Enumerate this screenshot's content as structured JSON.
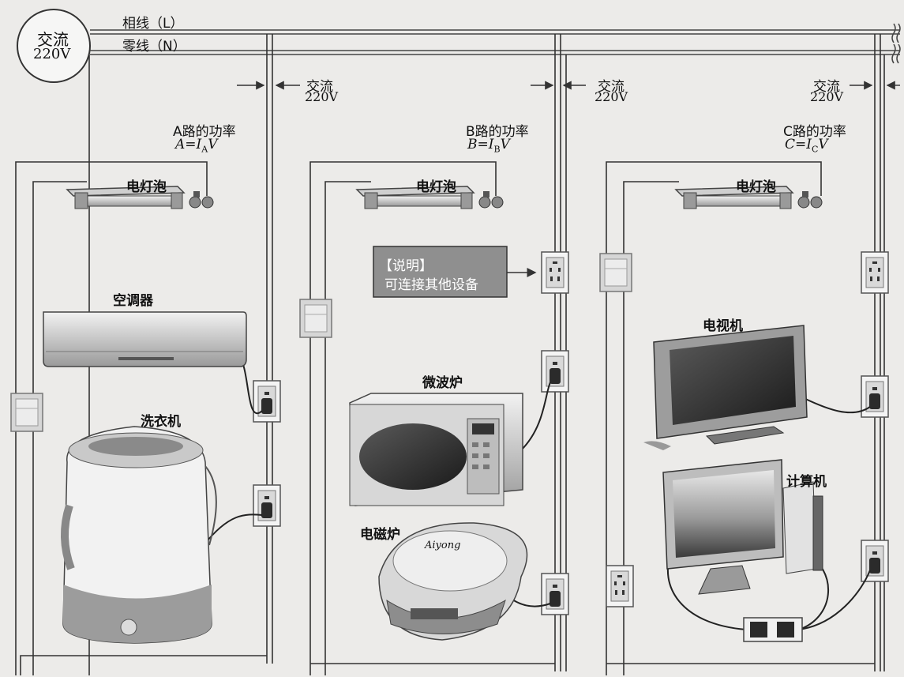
{
  "source": {
    "line1": "交流",
    "line2": "220V"
  },
  "wires": {
    "live": "相线（L）",
    "neutral": "零线（N）"
  },
  "ac_labels": [
    {
      "line1": "交流",
      "line2": "220V"
    },
    {
      "line1": "交流",
      "line2": "220V"
    },
    {
      "line1": "交流",
      "line2": "220V"
    }
  ],
  "branches": [
    {
      "power_title": "A路的功率",
      "formula": {
        "lhs": "A",
        "sub": "A"
      },
      "lamp_label": "电灯泡"
    },
    {
      "power_title": "B路的功率",
      "formula": {
        "lhs": "B",
        "sub": "B"
      },
      "lamp_label": "电灯泡"
    },
    {
      "power_title": "C路的功率",
      "formula": {
        "lhs": "C",
        "sub": "C"
      },
      "lamp_label": "电灯泡"
    }
  ],
  "note": {
    "title": "【说明】",
    "body": "可连接其他设备"
  },
  "appliances": {
    "air_conditioner": "空调器",
    "washing_machine": "洗衣机",
    "microwave": "微波炉",
    "induction_cooker": "电磁炉",
    "tv": "电视机",
    "computer": "计算机"
  },
  "induction_brand": "Aiyong",
  "colors": {
    "background": "#ecebe9",
    "wire": "#2a2a2a",
    "socket": "#d9d9d9",
    "note_box": "#8f8f8f"
  }
}
